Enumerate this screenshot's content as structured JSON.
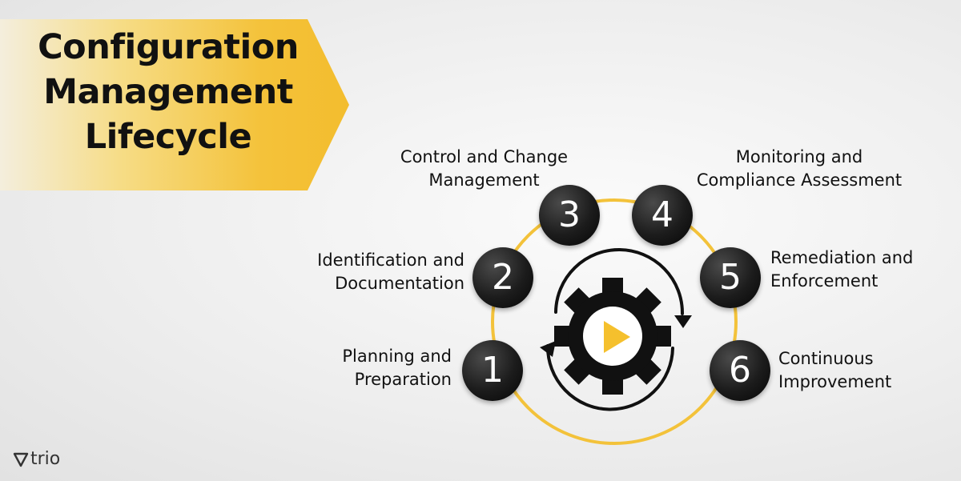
{
  "title": "Configuration\nManagement\nLifecycle",
  "steps": [
    {
      "number": "1",
      "label": "Planning and\nPreparation"
    },
    {
      "number": "2",
      "label": "Identification and\nDocumentation"
    },
    {
      "number": "3",
      "label": "Control and Change\nManagement"
    },
    {
      "number": "4",
      "label": "Monitoring and\nCompliance Assessment"
    },
    {
      "number": "5",
      "label": "Remediation and\nEnforcement"
    },
    {
      "number": "6",
      "label": "Continuous\nImprovement"
    }
  ],
  "brand": "trio",
  "colors": {
    "accent": "#f5c02d",
    "ring": "#f3c23a",
    "node": "#1a1a1a"
  },
  "center_icon": "gear-play-icon"
}
